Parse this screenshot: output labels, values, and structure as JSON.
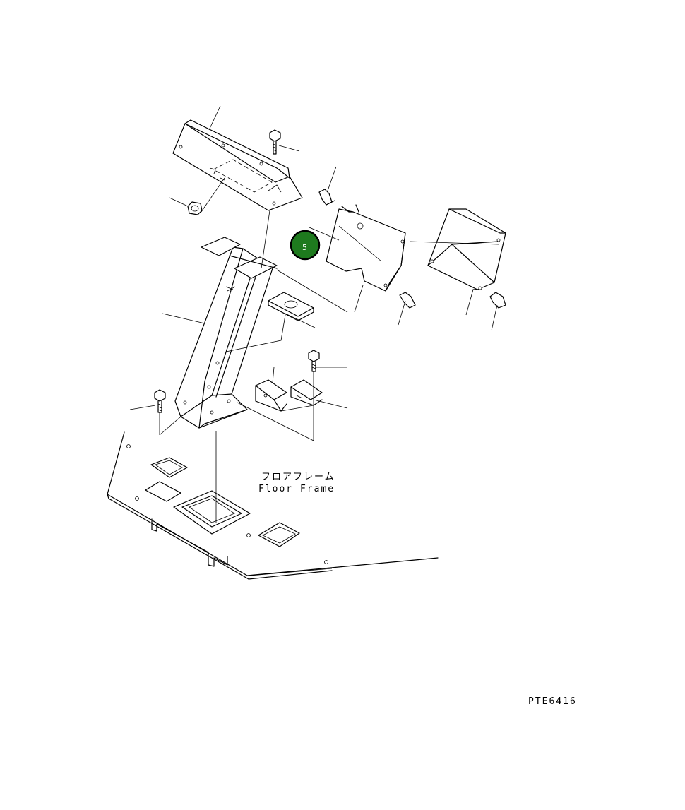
{
  "diagram": {
    "label_jp": "フロアフレーム",
    "label_en": "Floor Frame",
    "drawing_code": "PTE6416",
    "callout": {
      "number": "5",
      "color": "#1e7a1e",
      "ring_color": "#000000"
    }
  }
}
